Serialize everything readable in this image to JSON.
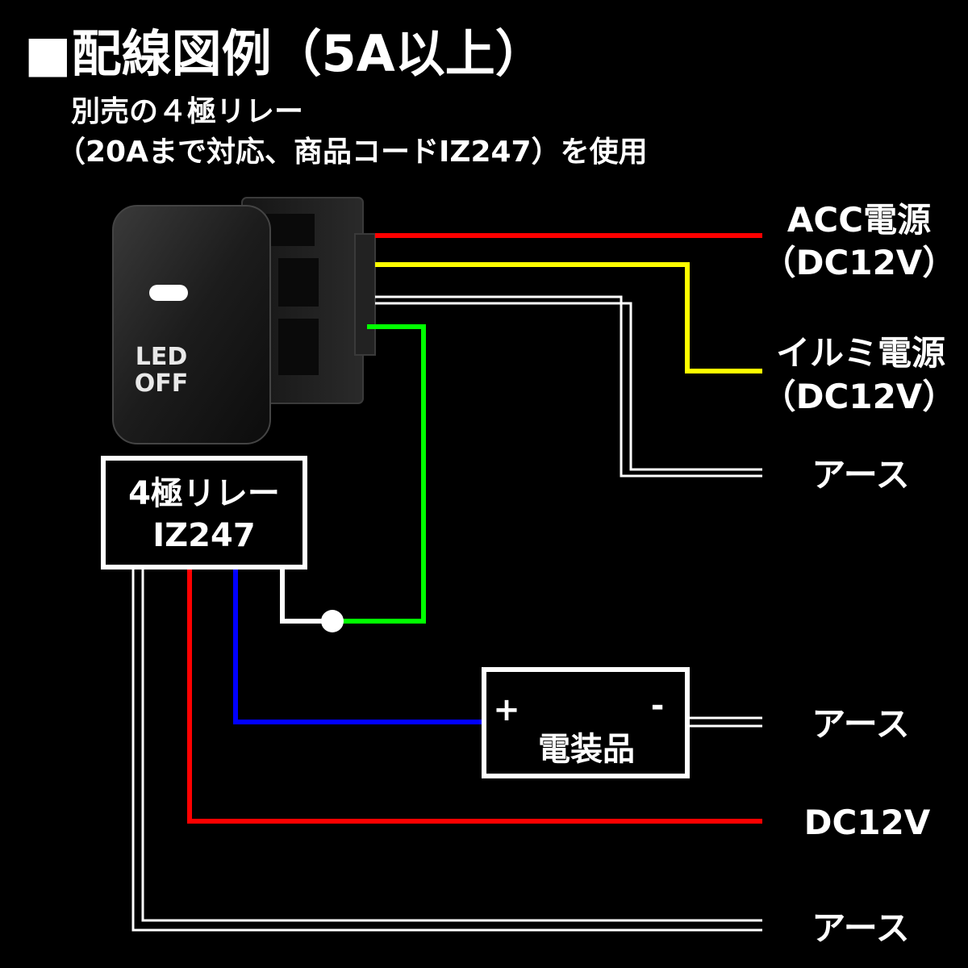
{
  "header": {
    "title": "■配線図例（5A以上）",
    "subtitle_line1": "別売の４極リレー",
    "subtitle_line2": "（20Aまで対応、商品コードIZ247）を使用"
  },
  "switch": {
    "line1": "LED",
    "line2": "OFF"
  },
  "relay": {
    "line1": "4極リレー",
    "line2": "IZ247"
  },
  "device": {
    "plus": "+",
    "minus": "-",
    "name": "電装品"
  },
  "labels": {
    "acc_line1": "ACC電源",
    "acc_line2": "（DC12V）",
    "illumi_line1": "イルミ電源",
    "illumi_line2": "（DC12V）",
    "earth1": "アース",
    "earth2": "アース",
    "dc12v": "DC12V",
    "earth3": "アース"
  },
  "colors": {
    "background": "#000000",
    "acc_wire": "#ff0000",
    "illumi_wire": "#ffff00",
    "earth_wire": "#ffffff",
    "signal_wire": "#00ff00",
    "load_wire": "#0000ff",
    "dc12v_wire": "#ff0000"
  }
}
